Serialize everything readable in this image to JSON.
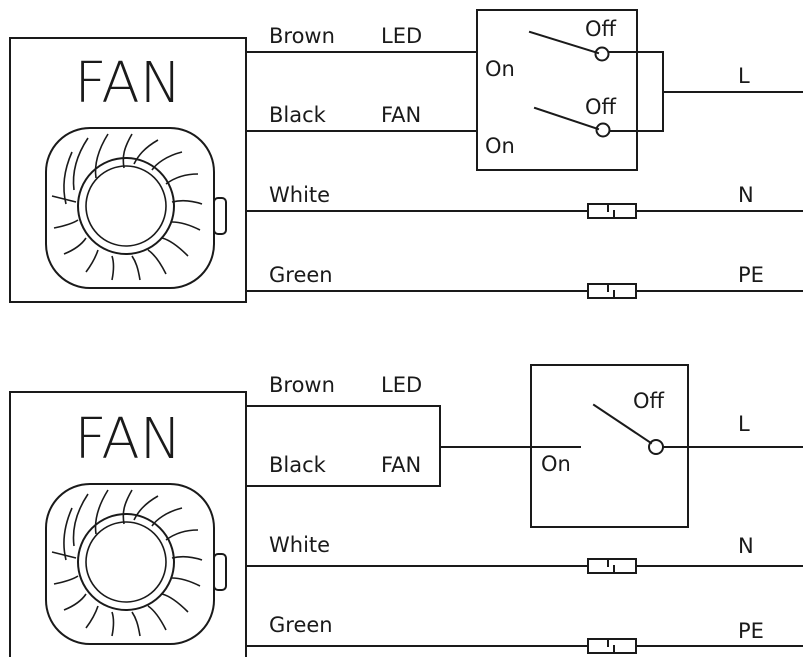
{
  "diagrams": [
    {
      "fan": {
        "title": "FAN"
      },
      "wires": [
        {
          "color": "Brown",
          "function": "LED"
        },
        {
          "color": "Black",
          "function": "FAN"
        },
        {
          "color": "White",
          "function": ""
        },
        {
          "color": "Green",
          "function": ""
        }
      ],
      "switches": [
        {
          "off_label": "Off",
          "on_label": "On"
        },
        {
          "off_label": "Off",
          "on_label": "On"
        }
      ],
      "terminals": [
        "L",
        "N",
        "PE"
      ]
    },
    {
      "fan": {
        "title": "FAN"
      },
      "wires": [
        {
          "color": "Brown",
          "function": "LED"
        },
        {
          "color": "Black",
          "function": "FAN"
        },
        {
          "color": "White",
          "function": ""
        },
        {
          "color": "Green",
          "function": ""
        }
      ],
      "switches": [
        {
          "off_label": "Off",
          "on_label": "On"
        }
      ],
      "terminals": [
        "L",
        "N",
        "PE"
      ]
    }
  ]
}
